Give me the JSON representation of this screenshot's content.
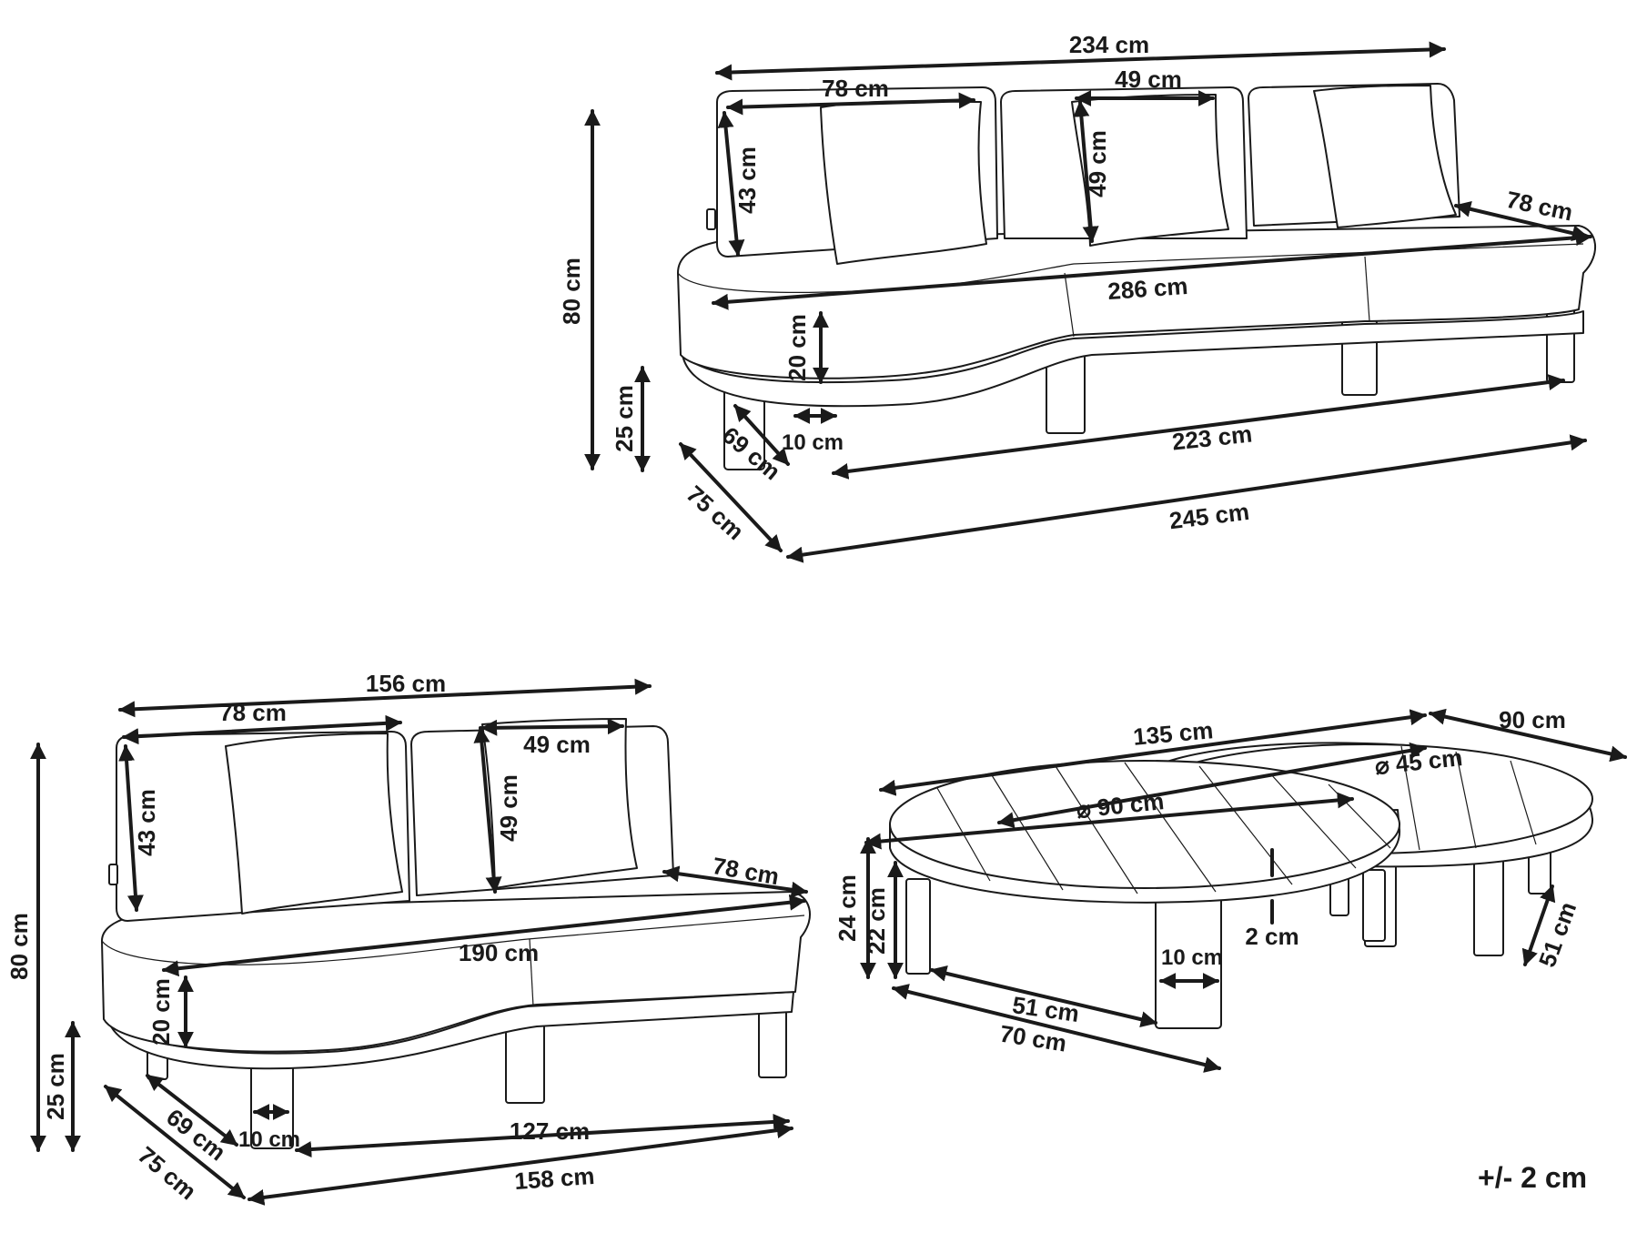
{
  "sofa3": {
    "total_width": "234 cm",
    "module_width": "78 cm",
    "pillow_width": "49 cm",
    "backrest_height": "43 cm",
    "pillow_height": "49 cm",
    "side_depth": "78 cm",
    "seat_length": "286 cm",
    "total_height": "80 cm",
    "cushion_height": "20 cm",
    "leg_height": "25 cm",
    "leg_width": "10 cm",
    "seat_depth": "69 cm",
    "total_depth": "75 cm",
    "leg_span": "223 cm",
    "base_length": "245 cm"
  },
  "sofa2": {
    "total_width": "156 cm",
    "module_width": "78 cm",
    "pillow_width": "49 cm",
    "backrest_height": "43 cm",
    "pillow_height": "49 cm",
    "side_depth": "78 cm",
    "seat_length": "190 cm",
    "total_height": "80 cm",
    "cushion_height": "20 cm",
    "leg_height": "25 cm",
    "leg_width": "10 cm",
    "seat_depth": "69 cm",
    "total_depth": "75 cm",
    "leg_span": "127 cm",
    "base_length": "158 cm"
  },
  "tables": {
    "total_length": "135 cm",
    "depth": "90 cm",
    "small_diameter": "⌀ 45 cm",
    "large_diameter": "⌀ 90 cm",
    "large_height": "24 cm",
    "small_height": "22 cm",
    "top_thickness": "2 cm",
    "leg_width": "10 cm",
    "leg_depth": "51 cm",
    "leg_length": "70 cm",
    "small_leg_depth": "51 cm"
  },
  "tolerance": "+/- 2 cm"
}
